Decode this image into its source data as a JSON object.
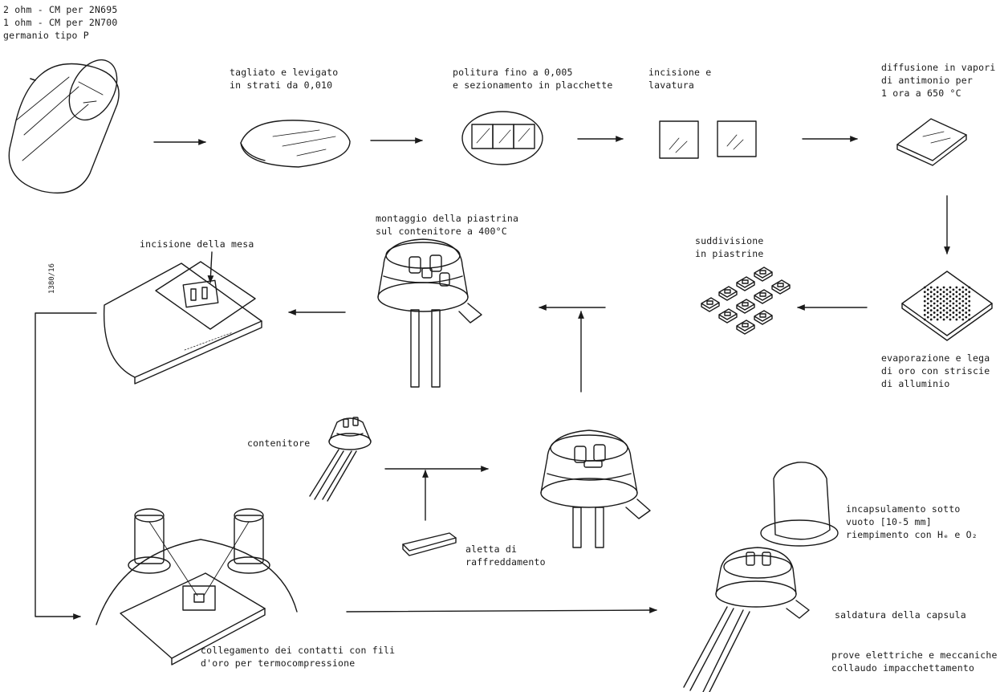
{
  "source_labels": {
    "line1": "2 ohm - CM  per  2N695",
    "line2": "1 ohm - CM  per  2N700",
    "line3": "germanio  tipo  P"
  },
  "steps": {
    "cut": {
      "line1": "tagliato e levigato",
      "line2": "in strati da 0,010"
    },
    "polish": {
      "line1": "politura fino a 0,005",
      "line2": "e sezionamento in placchette"
    },
    "etch": {
      "line1": "incisione e",
      "line2": "lavatura"
    },
    "diffusion": {
      "line1": "diffusione  in  vapori",
      "line2": "di antimonio  per",
      "line3": "1  ora  a  650 °C"
    },
    "evaporation": {
      "line1": "evaporazione e lega",
      "line2": "di oro con striscie",
      "line3": "di alluminio"
    },
    "subdivision": {
      "line1": "suddivisione",
      "line2": "in  piastrine"
    },
    "mounting": {
      "line1": "montaggio della piastrina",
      "line2": "sul contenitore a 400°C"
    },
    "mesa": {
      "line1": "incisione della mesa"
    },
    "container": {
      "line1": "contenitore"
    },
    "heatsink": {
      "line1": "aletta  di",
      "line2": "raffreddamento"
    },
    "bonding": {
      "line1": "collegamento dei contatti con fili",
      "line2": "d'oro  per  termocompressione"
    },
    "encapsulation": {
      "line1": "incapsulamento sotto",
      "line2": "vuoto [10-5 mm]",
      "line3": "riempimento con  Hₑ  e  O₂"
    },
    "welding": {
      "line1": "saldatura della capsula"
    },
    "testing": {
      "line1": "prove elettriche e meccaniche",
      "line2": "collaudo   impacchettamento"
    }
  },
  "figure_code": "1380/16",
  "colors": {
    "ink": "#1a1a1a",
    "paper": "#ffffff"
  }
}
